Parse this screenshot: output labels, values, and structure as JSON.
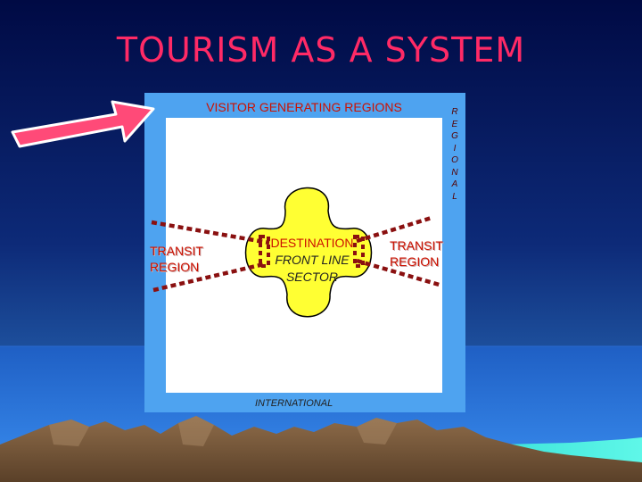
{
  "slide": {
    "title": "TOURISM AS A SYSTEM"
  },
  "diagram": {
    "top_label": "VISITOR GENERATING REGIONS",
    "side_label_letters": [
      "R",
      "E",
      "G",
      "I",
      "O",
      "N",
      "A",
      "L"
    ],
    "left_transit": [
      "TRANSIT",
      "REGION"
    ],
    "right_transit": [
      "TRANSIT",
      "REGION"
    ],
    "destination": [
      "DESTINATION",
      "FRONT LINE",
      "SECTOR"
    ],
    "bottom_label": "INTERNATIONAL"
  },
  "colors": {
    "sky_top": "#000a44",
    "sky_bottom": "#1d4f9c",
    "title": "#ff2a66",
    "frame_blue": "#4ea3f0",
    "destination_fill": "#ffff33",
    "dotted_line": "#8a1010",
    "arrow_fill": "#ff4a78",
    "label_red": "#cc1100",
    "mountain": "#7a5a3c",
    "sea": "#2d78e0",
    "shore": "#33f0e0"
  },
  "icons": {
    "pointer": "right-arrow-icon"
  }
}
